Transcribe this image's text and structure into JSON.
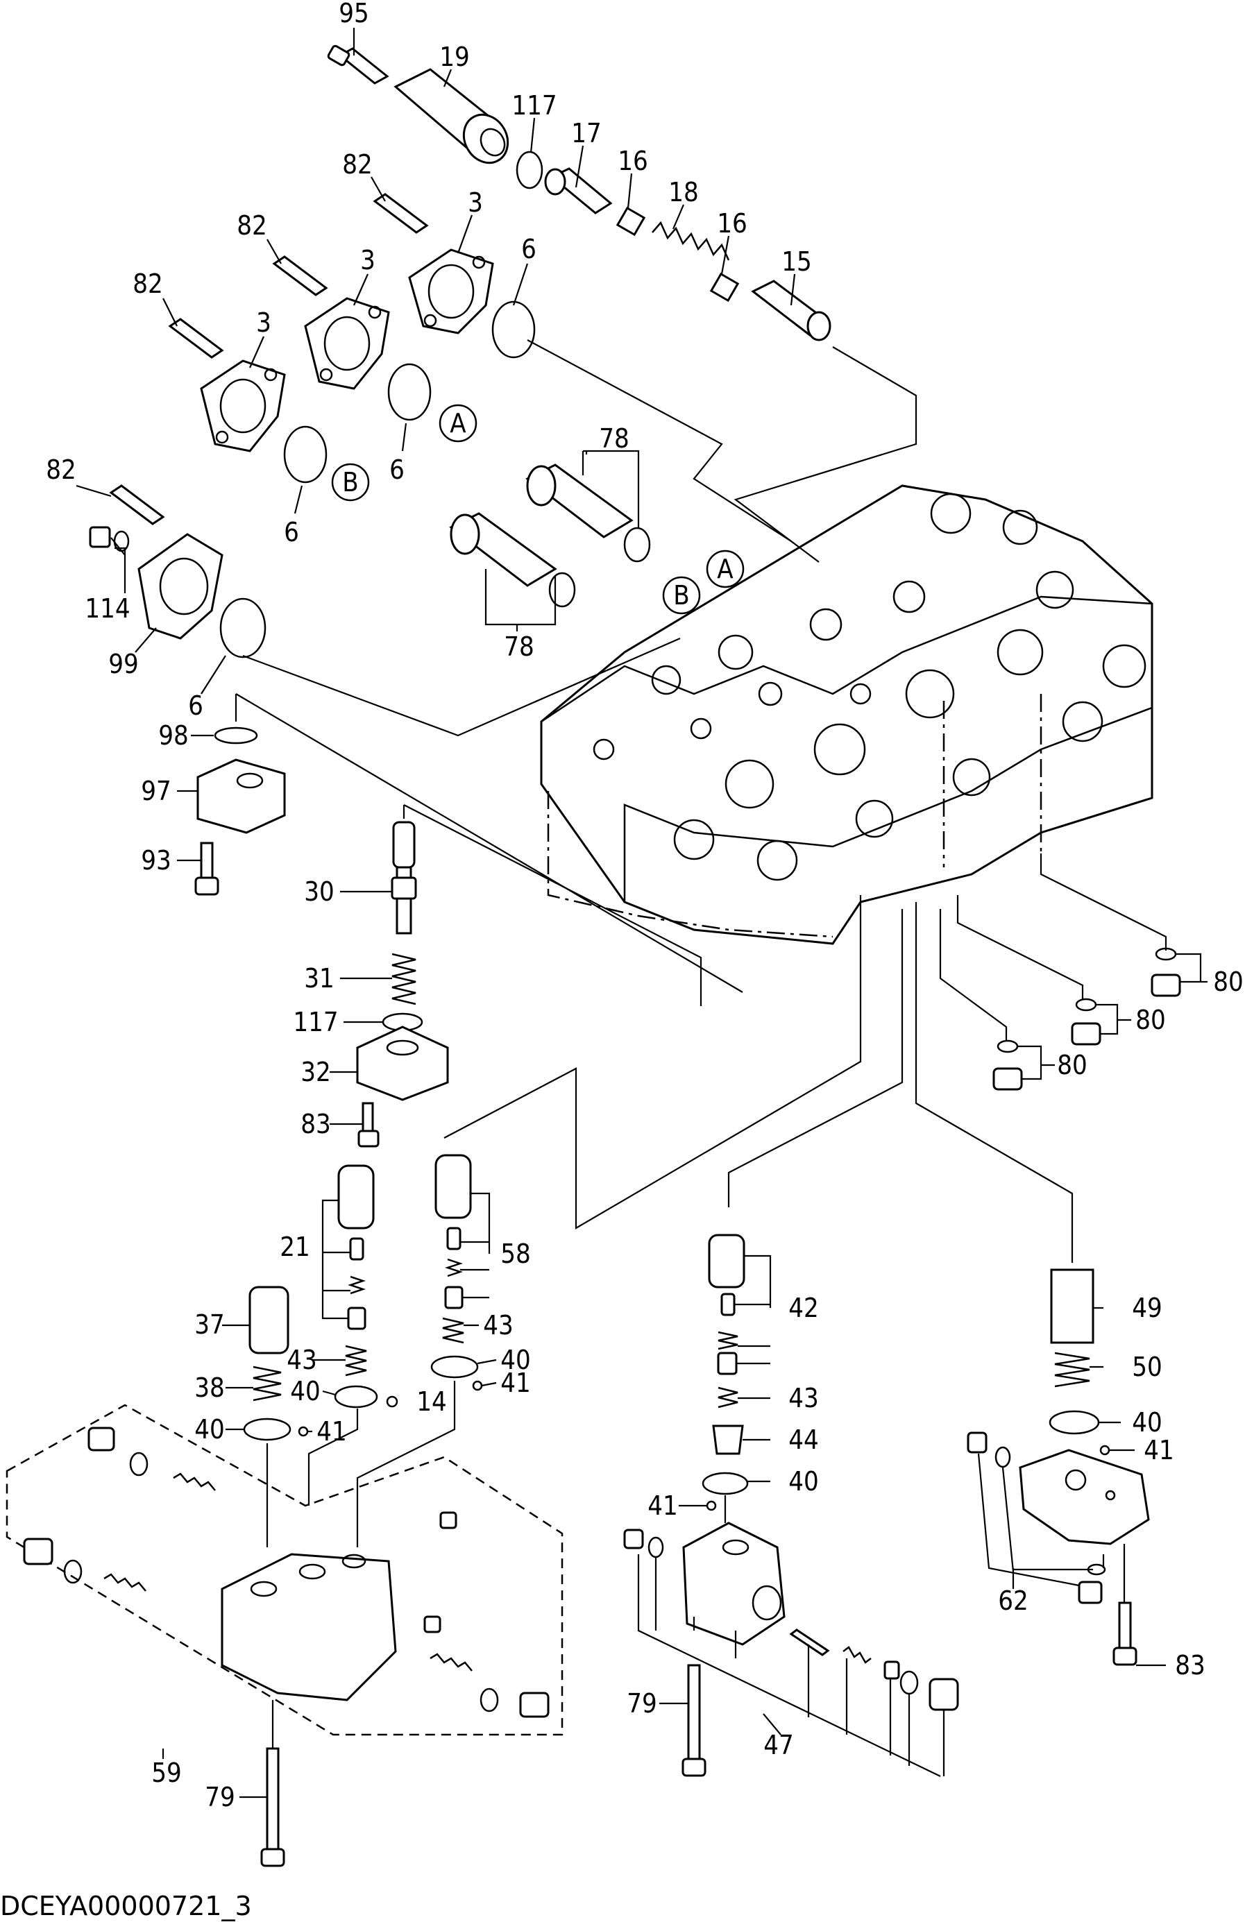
{
  "caption": "DCEYA00000721_3",
  "callouts": [
    "A",
    "B"
  ],
  "labels": {
    "p95": "95",
    "p19": "19",
    "p117a": "117",
    "p17": "17",
    "p16a": "16",
    "p18": "18",
    "p16b": "16",
    "p15": "15",
    "p82a": "82",
    "p3a": "3",
    "p82b": "82",
    "p3b": "3",
    "p82c": "82",
    "p3c": "3",
    "p6a": "6",
    "p6b": "6",
    "p6c": "6",
    "p78a": "78",
    "p78b": "78",
    "p82d": "82",
    "p114": "114",
    "p99": "99",
    "p6d": "6",
    "p98": "98",
    "p97": "97",
    "p93": "93",
    "p30": "30",
    "p31": "31",
    "p117b": "117",
    "p32": "32",
    "p83a": "83",
    "p80a": "80",
    "p80b": "80",
    "p80c": "80",
    "p21": "21",
    "p58": "58",
    "p37": "37",
    "p43a": "43",
    "p43b": "43",
    "p38": "38",
    "p40a": "40",
    "p40b": "40",
    "p14": "14",
    "p40c": "40",
    "p41a": "41",
    "p41b": "41",
    "p42": "42",
    "p43c": "43",
    "p44": "44",
    "p40d": "40",
    "p41c": "41",
    "p49": "49",
    "p50": "50",
    "p40e": "40",
    "p41d": "41",
    "p62": "62",
    "p83b": "83",
    "p59": "59",
    "p79a": "79",
    "p79b": "79",
    "p47": "47"
  },
  "icons": [
    "bolt-icon",
    "o-ring-icon",
    "flange-icon",
    "spool-icon",
    "spring-icon",
    "valve-body-icon",
    "plug-icon",
    "callout-circle-icon"
  ]
}
